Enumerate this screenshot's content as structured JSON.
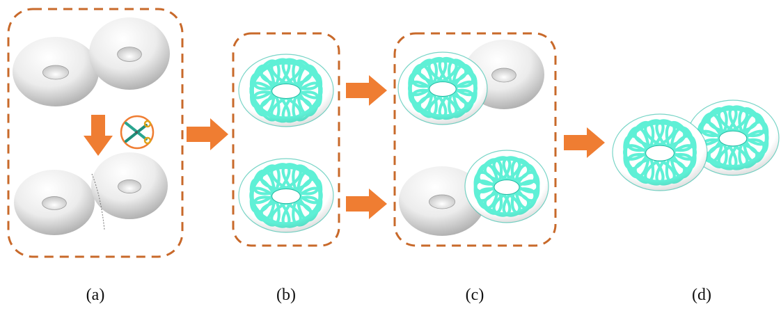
{
  "figure": {
    "captions": {
      "a": "(a)",
      "b": "(b)",
      "c": "(c)",
      "d": "(d)"
    },
    "colors": {
      "frame": "#c8692a",
      "arrow": "#ef7d32",
      "weave": "#5ff0d6",
      "weave_dark": "#1fb9a1",
      "surface_light": "#ffffff",
      "surface_dark": "#a9a9a9",
      "icon_ring": "#ef7d32",
      "icon_blade": "#2aa58f"
    },
    "icons": [
      "scissors-icon"
    ]
  }
}
